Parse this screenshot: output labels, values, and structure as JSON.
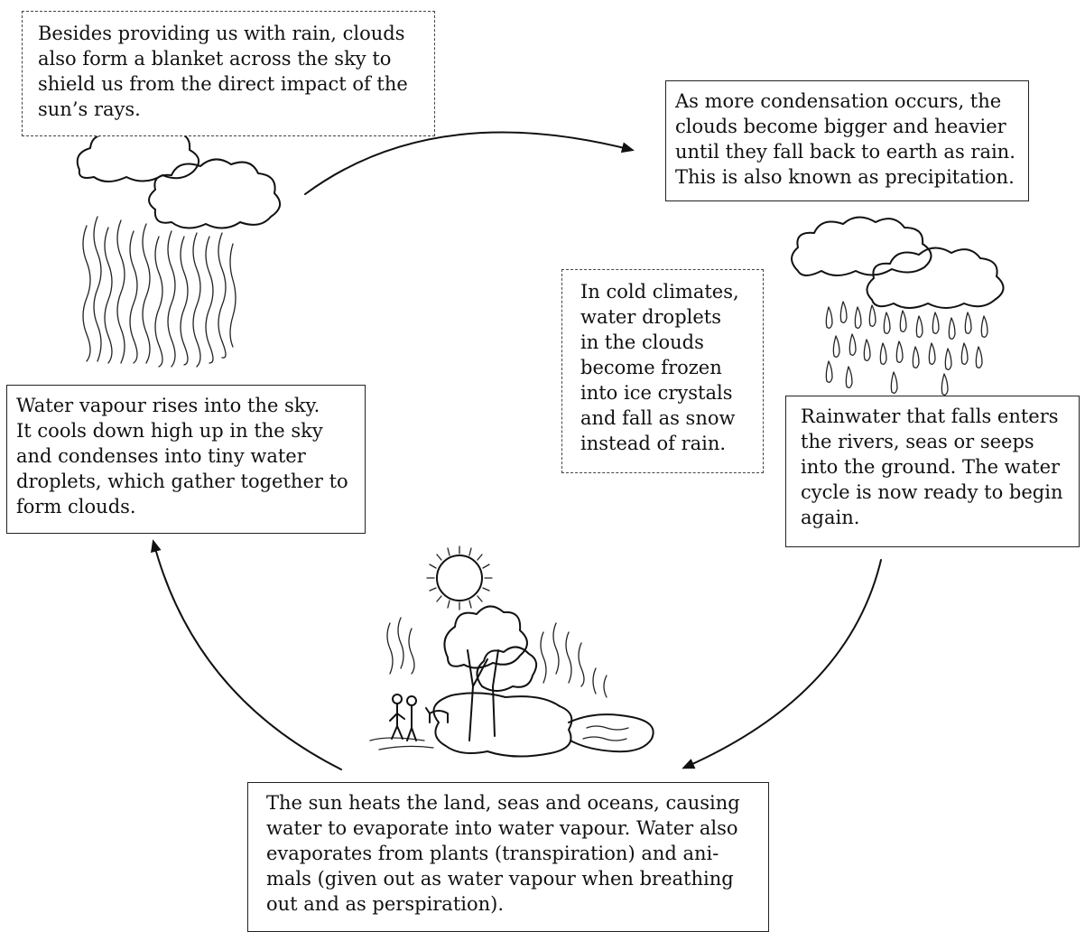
{
  "diagram": {
    "note_clouds_blanket": {
      "lines": [
        "Besides providing us with rain, clouds",
        "also form a blanket across the sky to",
        "shield us from the direct impact of the",
        "sun’s rays."
      ]
    },
    "step_precipitation": {
      "lines": [
        "As more condensation occurs, the",
        "clouds become bigger and heavier",
        "until they fall back to earth as rain.",
        "This is also known as precipitation."
      ]
    },
    "note_snow": {
      "lines": [
        "In cold climates,",
        "water droplets",
        "in the clouds",
        "become frozen",
        "into ice crystals",
        "and fall as snow",
        "instead of rain."
      ]
    },
    "step_condensation": {
      "lines": [
        "Water vapour rises into the sky.",
        "It cools down high up in the sky",
        "and condenses into tiny water",
        "droplets, which gather together to",
        "form clouds."
      ]
    },
    "step_collection": {
      "lines": [
        "Rainwater that falls enters",
        "the rivers, seas or seeps",
        "into the ground. The water",
        "cycle is now ready to begin",
        "again."
      ]
    },
    "step_evaporation": {
      "lines": [
        "The sun heats the land, seas and oceans, causing",
        "water to evaporate into water vapour. Water also",
        "evaporates from plants (transpiration) and ani-",
        "mals (given out as water vapour when breathing",
        "out and as perspiration)."
      ]
    },
    "icons": [
      "cloud-vapour-icon",
      "rain-cloud-icon",
      "sun-island-icon",
      "cycle-arrow-icon"
    ]
  }
}
